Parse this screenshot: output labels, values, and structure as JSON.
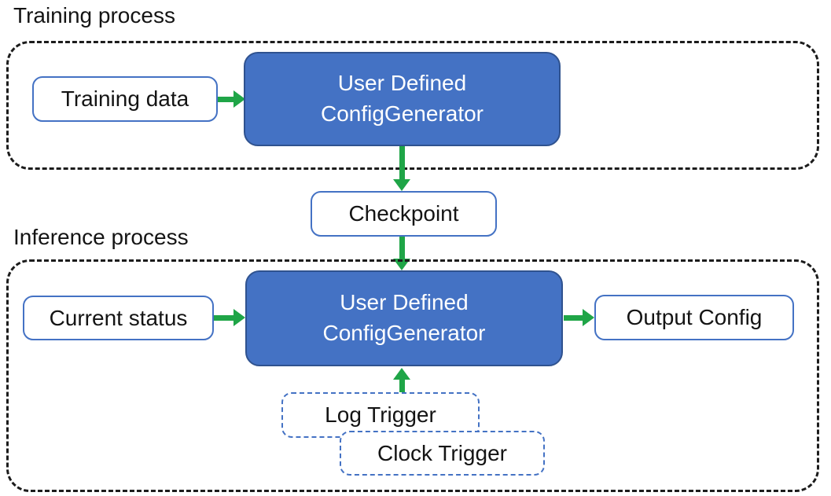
{
  "training": {
    "label": "Training process",
    "data_box": "Training data",
    "generator": {
      "line1": "User Defined",
      "line2": "ConfigGenerator"
    }
  },
  "checkpoint": {
    "label": "Checkpoint"
  },
  "inference": {
    "label": "Inference process",
    "status_box": "Current status",
    "generator": {
      "line1": "User Defined",
      "line2": "ConfigGenerator"
    },
    "output_box": "Output Config",
    "log_trigger": "Log Trigger",
    "clock_trigger": "Clock Trigger"
  },
  "connections": [
    {
      "from": "Training data",
      "to": "User Defined ConfigGenerator (training)",
      "direction": "right"
    },
    {
      "from": "User Defined ConfigGenerator (training)",
      "to": "Checkpoint",
      "direction": "down"
    },
    {
      "from": "Checkpoint",
      "to": "User Defined ConfigGenerator (inference)",
      "direction": "down"
    },
    {
      "from": "Current status",
      "to": "User Defined ConfigGenerator (inference)",
      "direction": "right"
    },
    {
      "from": "User Defined ConfigGenerator (inference)",
      "to": "Output Config",
      "direction": "right"
    },
    {
      "from": "Log Trigger / Clock Trigger",
      "to": "User Defined ConfigGenerator (inference)",
      "direction": "up"
    }
  ],
  "colors": {
    "node_fill": "#4472C4",
    "node_border": "#2F528F",
    "white_box_border": "#4472C4",
    "trigger_border": "#4472C4",
    "arrow_green": "#1FA547",
    "container_dash": "#1c1c1c",
    "background": "#ffffff"
  }
}
